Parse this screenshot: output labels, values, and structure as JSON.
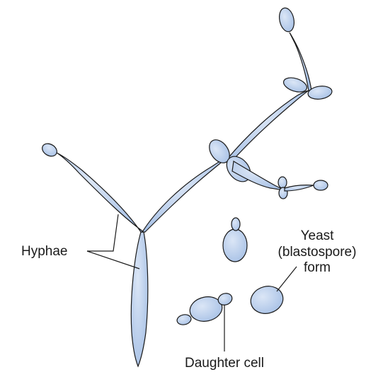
{
  "labels": {
    "hyphae": "Hyphae",
    "yeast_line1": "Yeast",
    "yeast_line2": "(blastospore)",
    "yeast_line3": "form",
    "daughter_cell": "Daughter cell"
  },
  "colors": {
    "cell_fill": "#bcd1ec",
    "outline": "#1a1a1a",
    "background": "#ffffff"
  }
}
